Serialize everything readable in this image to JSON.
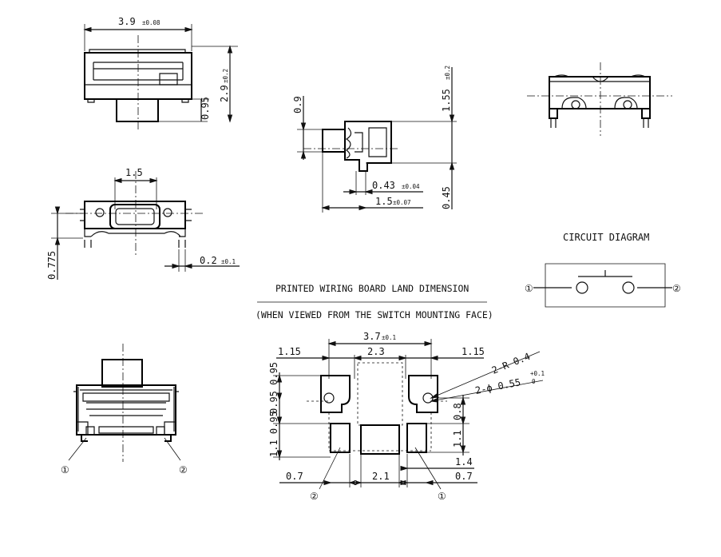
{
  "views": {
    "top_view": {
      "width_label": "3.9",
      "width_tol": "±0.08",
      "height_label": "2.9",
      "height_tol": "±0.2",
      "stem_label": "0.95"
    },
    "front_view": {
      "stem_width_label": "1.5",
      "depth_label": "0.775",
      "terminal_label": "0.2",
      "terminal_tol": "±0.1"
    },
    "side_view": {
      "height_label": "0.9",
      "total_label": "1.55",
      "total_tol": "±0.2",
      "offset_label": "0.43",
      "offset_tol": "±0.04",
      "length_label": "1.5",
      "length_tol": "±0.07",
      "base_label": "0.45"
    },
    "bottom_view": {
      "terminal_1": "①",
      "terminal_2": "②"
    }
  },
  "circuit": {
    "title": "CIRCUIT DIAGRAM",
    "left_terminal": "①",
    "right_terminal": "②"
  },
  "pwb": {
    "title": "PRINTED WIRING BOARD LAND DIMENSION",
    "subtitle": "(WHEN VIEWED FROM THE SWITCH MOUNTING FACE)",
    "overall": "3.7",
    "overall_tol": "±0.1",
    "left_edge": "1.15",
    "center": "2.3",
    "right_edge": "1.15",
    "radius": "2-R 0.4",
    "hole": "2-ϕ 0.55",
    "hole_tol_plus": "+0.1",
    "hole_tol_minus": "0",
    "left_vert": "0.95 0.95",
    "left_lower": "1.1 0.95",
    "right_08": "0.8",
    "right_11": "1.1",
    "right_14": "1.4",
    "bottom_left": "0.7",
    "bottom_mid": "2.1",
    "bottom_right": "0.7",
    "label_2": "②",
    "label_1": "①"
  }
}
